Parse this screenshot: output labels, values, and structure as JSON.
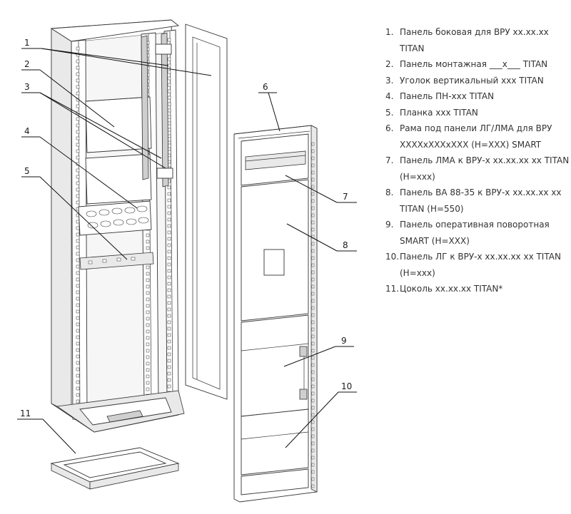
{
  "diagram": {
    "callouts": [
      {
        "id": "c1",
        "label": "1"
      },
      {
        "id": "c2",
        "label": "2"
      },
      {
        "id": "c3",
        "label": "3"
      },
      {
        "id": "c4",
        "label": "4"
      },
      {
        "id": "c5",
        "label": "5"
      },
      {
        "id": "c6",
        "label": "6"
      },
      {
        "id": "c7",
        "label": "7"
      },
      {
        "id": "c8",
        "label": "8"
      },
      {
        "id": "c9",
        "label": "9"
      },
      {
        "id": "c10",
        "label": "10"
      },
      {
        "id": "c11",
        "label": "11"
      }
    ]
  },
  "legend": {
    "items": [
      {
        "num": "1.",
        "text": "Панель боковая для ВРУ хх.хх.хх TITAN"
      },
      {
        "num": "2.",
        "text": "Панель монтажная ___x___ TITAN"
      },
      {
        "num": "3.",
        "text": "Уголок вертикальный xxx TITAN"
      },
      {
        "num": "4.",
        "text": "Панель ПН-xxx TITAN"
      },
      {
        "num": "5.",
        "text": "Планка xxx TITAN"
      },
      {
        "num": "6.",
        "text": "Рама под панели ЛГ/ЛМА для ВРУ XXXXxXXXxXXX (H=XXX) SMART"
      },
      {
        "num": "7.",
        "text": "Панель ЛМА к ВРУ-x xx.xx.xx xx TITAN (H=xxx)"
      },
      {
        "num": "8.",
        "text": "Панель ВА 88-35 к ВРУ-x xx.xx.xx xx TITAN (H=550)"
      },
      {
        "num": "9.",
        "text": "Панель оперативная поворотная SMART (H=XXX)"
      },
      {
        "num": "10.",
        "text": "Панель ЛГ к ВРУ-x xx.xx.xx xx TITAN (H=xxx)"
      },
      {
        "num": "11.",
        "text": "Цоколь xx.xx.xx TITAN*"
      }
    ]
  }
}
